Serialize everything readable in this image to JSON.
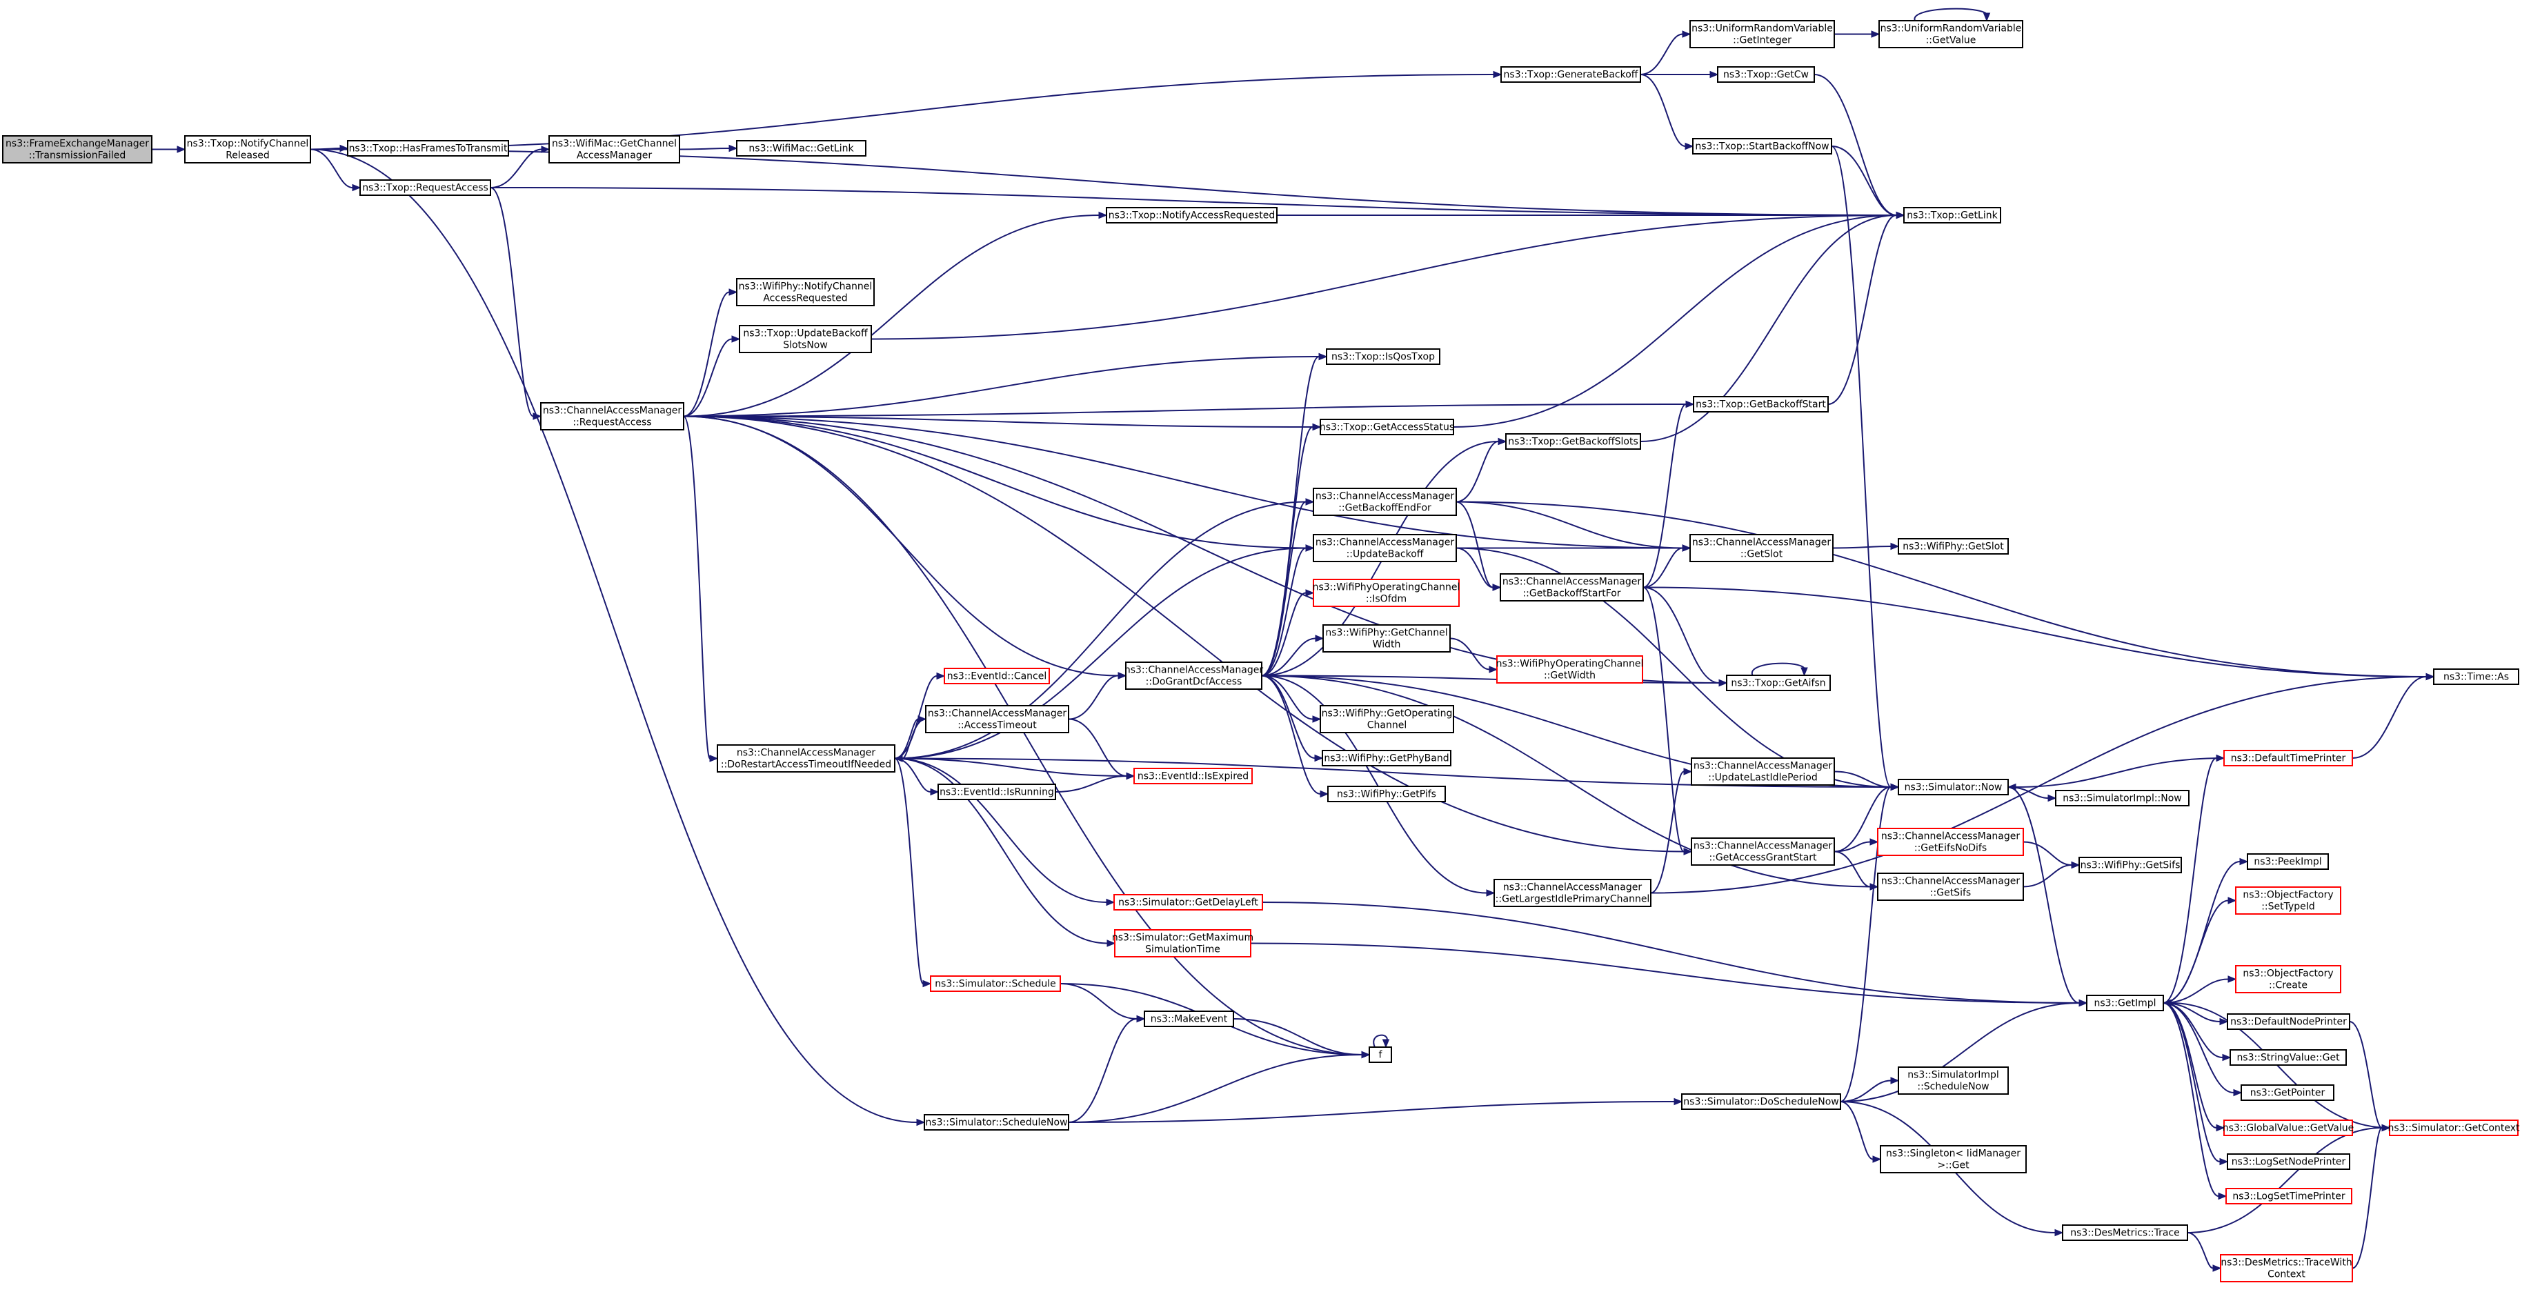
{
  "colors": {
    "edge": "#191970",
    "node_border": "#000000",
    "node_border_missing": "#ff0000",
    "root_fill": "#bfbfbf",
    "node_fill": "#ffffff"
  },
  "nodes": [
    {
      "id": "root",
      "lines": [
        "ns3::FrameExchangeManager",
        "::TransmissionFailed"
      ],
      "style": "root"
    },
    {
      "id": "notify_released",
      "lines": [
        "ns3::Txop::NotifyChannel",
        "Released"
      ],
      "style": "normal"
    },
    {
      "id": "has_frames",
      "lines": [
        "ns3::Txop::HasFramesToTransmit"
      ],
      "style": "normal"
    },
    {
      "id": "txop_request_access",
      "lines": [
        "ns3::Txop::RequestAccess"
      ],
      "style": "normal"
    },
    {
      "id": "wifimac_get_cam",
      "lines": [
        "ns3::WifiMac::GetChannel",
        "AccessManager"
      ],
      "style": "normal"
    },
    {
      "id": "wifimac_getlink",
      "lines": [
        "ns3::WifiMac::GetLink"
      ],
      "style": "normal"
    },
    {
      "id": "gen_backoff",
      "lines": [
        "ns3::Txop::GenerateBackoff"
      ],
      "style": "normal"
    },
    {
      "id": "urv_getinteger",
      "lines": [
        "ns3::UniformRandomVariable",
        "::GetInteger"
      ],
      "style": "normal"
    },
    {
      "id": "urv_getvalue",
      "lines": [
        "ns3::UniformRandomVariable",
        "::GetValue"
      ],
      "style": "normal"
    },
    {
      "id": "txop_getcw",
      "lines": [
        "ns3::Txop::GetCw"
      ],
      "style": "normal"
    },
    {
      "id": "start_backoff_now",
      "lines": [
        "ns3::Txop::StartBackoffNow"
      ],
      "style": "normal"
    },
    {
      "id": "txop_getlink",
      "lines": [
        "ns3::Txop::GetLink"
      ],
      "style": "normal"
    },
    {
      "id": "notify_access_req",
      "lines": [
        "ns3::Txop::NotifyAccessRequested"
      ],
      "style": "normal"
    },
    {
      "id": "phy_notify_car",
      "lines": [
        "ns3::WifiPhy::NotifyChannel",
        "AccessRequested"
      ],
      "style": "normal"
    },
    {
      "id": "update_backoff_slots",
      "lines": [
        "ns3::Txop::UpdateBackoff",
        "SlotsNow"
      ],
      "style": "normal"
    },
    {
      "id": "is_qos_txop",
      "lines": [
        "ns3::Txop::IsQosTxop"
      ],
      "style": "normal"
    },
    {
      "id": "cam_request_access",
      "lines": [
        "ns3::ChannelAccessManager",
        "::RequestAccess"
      ],
      "style": "normal"
    },
    {
      "id": "get_access_status",
      "lines": [
        "ns3::Txop::GetAccessStatus"
      ],
      "style": "normal"
    },
    {
      "id": "get_backoff_start",
      "lines": [
        "ns3::Txop::GetBackoffStart"
      ],
      "style": "normal"
    },
    {
      "id": "get_backoff_slots",
      "lines": [
        "ns3::Txop::GetBackoffSlots"
      ],
      "style": "normal"
    },
    {
      "id": "get_backoff_end_for",
      "lines": [
        "ns3::ChannelAccessManager",
        "::GetBackoffEndFor"
      ],
      "style": "normal"
    },
    {
      "id": "cam_getslot",
      "lines": [
        "ns3::ChannelAccessManager",
        "::GetSlot"
      ],
      "style": "normal"
    },
    {
      "id": "phy_getslot",
      "lines": [
        "ns3::WifiPhy::GetSlot"
      ],
      "style": "normal"
    },
    {
      "id": "cam_update_backoff",
      "lines": [
        "ns3::ChannelAccessManager",
        "::UpdateBackoff"
      ],
      "style": "normal"
    },
    {
      "id": "get_backoff_start_for",
      "lines": [
        "ns3::ChannelAccessManager",
        "::GetBackoffStartFor"
      ],
      "style": "normal"
    },
    {
      "id": "is_ofdm",
      "lines": [
        "ns3::WifiPhyOperatingChannel",
        "::IsOfdm"
      ],
      "style": "red"
    },
    {
      "id": "time_as",
      "lines": [
        "ns3::Time::As"
      ],
      "style": "normal"
    },
    {
      "id": "get_channel_width",
      "lines": [
        "ns3::WifiPhy::GetChannel",
        "Width"
      ],
      "style": "normal"
    },
    {
      "id": "opch_getwidth",
      "lines": [
        "ns3::WifiPhyOperatingChannel",
        "::GetWidth"
      ],
      "style": "red"
    },
    {
      "id": "do_grant_dcf",
      "lines": [
        "ns3::ChannelAccessManager",
        "::DoGrantDcfAccess"
      ],
      "style": "normal"
    },
    {
      "id": "txop_getaifsn",
      "lines": [
        "ns3::Txop::GetAifsn"
      ],
      "style": "normal"
    },
    {
      "id": "eventid_cancel",
      "lines": [
        "ns3::EventId::Cancel"
      ],
      "style": "red"
    },
    {
      "id": "cam_access_timeout",
      "lines": [
        "ns3::ChannelAccessManager",
        "::AccessTimeout"
      ],
      "style": "normal"
    },
    {
      "id": "get_operating_channel",
      "lines": [
        "ns3::WifiPhy::GetOperating",
        "Channel"
      ],
      "style": "normal"
    },
    {
      "id": "get_phy_band",
      "lines": [
        "ns3::WifiPhy::GetPhyBand"
      ],
      "style": "normal"
    },
    {
      "id": "do_restart_timeout",
      "lines": [
        "ns3::ChannelAccessManager",
        "::DoRestartAccessTimeoutIfNeeded"
      ],
      "style": "normal"
    },
    {
      "id": "eventid_isexpired",
      "lines": [
        "ns3::EventId::IsExpired"
      ],
      "style": "red"
    },
    {
      "id": "eventid_isrunning",
      "lines": [
        "ns3::EventId::IsRunning"
      ],
      "style": "normal"
    },
    {
      "id": "phy_getpifs",
      "lines": [
        "ns3::WifiPhy::GetPifs"
      ],
      "style": "normal"
    },
    {
      "id": "update_last_idle",
      "lines": [
        "ns3::ChannelAccessManager",
        "::UpdateLastIdlePeriod"
      ],
      "style": "normal"
    },
    {
      "id": "sim_now",
      "lines": [
        "ns3::Simulator::Now"
      ],
      "style": "normal"
    },
    {
      "id": "simimpl_now",
      "lines": [
        "ns3::SimulatorImpl::Now"
      ],
      "style": "normal"
    },
    {
      "id": "default_time_printer",
      "lines": [
        "ns3::DefaultTimePrinter"
      ],
      "style": "red"
    },
    {
      "id": "get_access_grant_start",
      "lines": [
        "ns3::ChannelAccessManager",
        "::GetAccessGrantStart"
      ],
      "style": "normal"
    },
    {
      "id": "get_eifs_no_difs",
      "lines": [
        "ns3::ChannelAccessManager",
        "::GetEifsNoDifs"
      ],
      "style": "red"
    },
    {
      "id": "phy_getsifs",
      "lines": [
        "ns3::WifiPhy::GetSifs"
      ],
      "style": "normal"
    },
    {
      "id": "cam_getsifs",
      "lines": [
        "ns3::ChannelAccessManager",
        "::GetSifs"
      ],
      "style": "normal"
    },
    {
      "id": "get_largest_idle",
      "lines": [
        "ns3::ChannelAccessManager",
        "::GetLargestIdlePrimaryChannel"
      ],
      "style": "normal"
    },
    {
      "id": "peek_impl",
      "lines": [
        "ns3::PeekImpl"
      ],
      "style": "normal"
    },
    {
      "id": "sim_get_delay_left",
      "lines": [
        "ns3::Simulator::GetDelayLeft"
      ],
      "style": "red"
    },
    {
      "id": "of_settypeid",
      "lines": [
        "ns3::ObjectFactory",
        "::SetTypeId"
      ],
      "style": "red"
    },
    {
      "id": "sim_get_max_time",
      "lines": [
        "ns3::Simulator::GetMaximum",
        "SimulationTime"
      ],
      "style": "red"
    },
    {
      "id": "of_create",
      "lines": [
        "ns3::ObjectFactory",
        "::Create"
      ],
      "style": "red"
    },
    {
      "id": "sim_schedule",
      "lines": [
        "ns3::Simulator::Schedule"
      ],
      "style": "red"
    },
    {
      "id": "get_impl",
      "lines": [
        "ns3::GetImpl"
      ],
      "style": "normal"
    },
    {
      "id": "make_event",
      "lines": [
        "ns3::MakeEvent"
      ],
      "style": "normal"
    },
    {
      "id": "default_node_printer",
      "lines": [
        "ns3::DefaultNodePrinter"
      ],
      "style": "normal"
    },
    {
      "id": "f",
      "lines": [
        "f"
      ],
      "style": "normal"
    },
    {
      "id": "string_value_get",
      "lines": [
        "ns3::StringValue::Get"
      ],
      "style": "normal"
    },
    {
      "id": "get_pointer",
      "lines": [
        "ns3::GetPointer"
      ],
      "style": "normal"
    },
    {
      "id": "sim_schedule_now",
      "lines": [
        "ns3::Simulator::ScheduleNow"
      ],
      "style": "normal"
    },
    {
      "id": "sim_do_schedule_now",
      "lines": [
        "ns3::Simulator::DoScheduleNow"
      ],
      "style": "normal"
    },
    {
      "id": "simimpl_schedule_now",
      "lines": [
        "ns3::SimulatorImpl",
        "::ScheduleNow"
      ],
      "style": "normal"
    },
    {
      "id": "global_value_get",
      "lines": [
        "ns3::GlobalValue::GetValue"
      ],
      "style": "red"
    },
    {
      "id": "sim_get_context",
      "lines": [
        "ns3::Simulator::GetContext"
      ],
      "style": "red"
    },
    {
      "id": "log_set_node_printer",
      "lines": [
        "ns3::LogSetNodePrinter"
      ],
      "style": "normal"
    },
    {
      "id": "singleton_get",
      "lines": [
        "ns3::Singleton< IidManager",
        ">::Get"
      ],
      "style": "normal"
    },
    {
      "id": "log_set_time_printer",
      "lines": [
        "ns3::LogSetTimePrinter"
      ],
      "style": "red"
    },
    {
      "id": "des_trace",
      "lines": [
        "ns3::DesMetrics::Trace"
      ],
      "style": "normal"
    },
    {
      "id": "des_trace_ctx",
      "lines": [
        "ns3::DesMetrics::TraceWith",
        "Context"
      ],
      "style": "red"
    }
  ],
  "edges": [
    [
      "root",
      "notify_released"
    ],
    [
      "notify_released",
      "gen_backoff"
    ],
    [
      "notify_released",
      "txop_getlink"
    ],
    [
      "notify_released",
      "has_frames"
    ],
    [
      "notify_released",
      "txop_request_access"
    ],
    [
      "notify_released",
      "sim_schedule_now"
    ],
    [
      "txop_request_access",
      "wifimac_get_cam"
    ],
    [
      "txop_request_access",
      "txop_getlink"
    ],
    [
      "txop_request_access",
      "cam_request_access"
    ],
    [
      "wifimac_get_cam",
      "wifimac_getlink"
    ],
    [
      "gen_backoff",
      "urv_getinteger"
    ],
    [
      "gen_backoff",
      "txop_getcw"
    ],
    [
      "gen_backoff",
      "start_backoff_now"
    ],
    [
      "urv_getinteger",
      "urv_getvalue"
    ],
    [
      "urv_getvalue",
      "urv_getvalue"
    ],
    [
      "txop_getcw",
      "txop_getlink"
    ],
    [
      "start_backoff_now",
      "txop_getlink"
    ],
    [
      "start_backoff_now",
      "sim_now"
    ],
    [
      "notify_access_req",
      "txop_getlink"
    ],
    [
      "update_backoff_slots",
      "txop_getlink"
    ],
    [
      "get_backoff_start",
      "txop_getlink"
    ],
    [
      "get_backoff_slots",
      "txop_getlink"
    ],
    [
      "get_access_status",
      "txop_getlink"
    ],
    [
      "cam_request_access",
      "notify_access_req"
    ],
    [
      "cam_request_access",
      "phy_notify_car"
    ],
    [
      "cam_request_access",
      "update_backoff_slots"
    ],
    [
      "cam_request_access",
      "is_qos_txop"
    ],
    [
      "cam_request_access",
      "get_backoff_start"
    ],
    [
      "cam_request_access",
      "cam_getslot"
    ],
    [
      "cam_request_access",
      "get_access_status"
    ],
    [
      "cam_request_access",
      "cam_update_backoff"
    ],
    [
      "cam_request_access",
      "do_grant_dcf"
    ],
    [
      "cam_request_access",
      "do_restart_timeout"
    ],
    [
      "cam_request_access",
      "txop_getaifsn"
    ],
    [
      "cam_request_access",
      "get_access_grant_start"
    ],
    [
      "cam_request_access",
      "f"
    ],
    [
      "do_grant_dcf",
      "is_qos_txop"
    ],
    [
      "do_grant_dcf",
      "get_access_status"
    ],
    [
      "do_grant_dcf",
      "get_backoff_slots"
    ],
    [
      "do_grant_dcf",
      "get_backoff_end_for"
    ],
    [
      "do_grant_dcf",
      "cam_update_backoff"
    ],
    [
      "do_grant_dcf",
      "is_ofdm"
    ],
    [
      "do_grant_dcf",
      "get_channel_width"
    ],
    [
      "do_grant_dcf",
      "txop_getaifsn"
    ],
    [
      "do_grant_dcf",
      "get_operating_channel"
    ],
    [
      "do_grant_dcf",
      "get_phy_band"
    ],
    [
      "do_grant_dcf",
      "phy_getpifs"
    ],
    [
      "do_grant_dcf",
      "sim_now"
    ],
    [
      "do_grant_dcf",
      "get_largest_idle"
    ],
    [
      "do_grant_dcf",
      "cam_getsifs"
    ],
    [
      "get_channel_width",
      "opch_getwidth"
    ],
    [
      "get_backoff_end_for",
      "get_backoff_slots"
    ],
    [
      "get_backoff_end_for",
      "cam_getslot"
    ],
    [
      "get_backoff_end_for",
      "get_backoff_start_for"
    ],
    [
      "get_backoff_end_for",
      "time_as"
    ],
    [
      "cam_update_backoff",
      "get_backoff_start_for"
    ],
    [
      "cam_update_backoff",
      "cam_getslot"
    ],
    [
      "cam_update_backoff",
      "sim_now"
    ],
    [
      "get_backoff_start_for",
      "get_backoff_start"
    ],
    [
      "get_backoff_start_for",
      "cam_getslot"
    ],
    [
      "get_backoff_start_for",
      "txop_getaifsn"
    ],
    [
      "get_backoff_start_for",
      "time_as"
    ],
    [
      "get_backoff_start_for",
      "get_access_grant_start"
    ],
    [
      "cam_getslot",
      "phy_getslot"
    ],
    [
      "txop_getaifsn",
      "txop_getaifsn"
    ],
    [
      "do_restart_timeout",
      "get_backoff_end_for"
    ],
    [
      "do_restart_timeout",
      "cam_update_backoff"
    ],
    [
      "do_restart_timeout",
      "eventid_cancel"
    ],
    [
      "do_restart_timeout",
      "cam_access_timeout"
    ],
    [
      "do_restart_timeout",
      "eventid_isrunning"
    ],
    [
      "do_restart_timeout",
      "eventid_isexpired"
    ],
    [
      "do_restart_timeout",
      "sim_get_delay_left"
    ],
    [
      "do_restart_timeout",
      "sim_get_max_time"
    ],
    [
      "do_restart_timeout",
      "sim_schedule"
    ],
    [
      "do_restart_timeout",
      "sim_now"
    ],
    [
      "cam_access_timeout",
      "do_grant_dcf"
    ],
    [
      "cam_access_timeout",
      "do_restart_timeout"
    ],
    [
      "cam_access_timeout",
      "eventid_isexpired"
    ],
    [
      "eventid_isrunning",
      "eventid_isexpired"
    ],
    [
      "get_access_grant_start",
      "sim_now"
    ],
    [
      "get_access_grant_start",
      "get_eifs_no_difs"
    ],
    [
      "get_access_grant_start",
      "cam_getsifs"
    ],
    [
      "update_last_idle",
      "sim_now"
    ],
    [
      "get_largest_idle",
      "update_last_idle"
    ],
    [
      "get_largest_idle",
      "time_as"
    ],
    [
      "get_eifs_no_difs",
      "phy_getsifs"
    ],
    [
      "cam_getsifs",
      "phy_getsifs"
    ],
    [
      "sim_now",
      "simimpl_now"
    ],
    [
      "sim_now",
      "get_impl"
    ],
    [
      "default_time_printer",
      "sim_now"
    ],
    [
      "default_time_printer",
      "time_as"
    ],
    [
      "sim_get_delay_left",
      "get_impl"
    ],
    [
      "sim_get_max_time",
      "get_impl"
    ],
    [
      "sim_schedule",
      "make_event"
    ],
    [
      "sim_schedule",
      "f"
    ],
    [
      "make_event",
      "f"
    ],
    [
      "f",
      "f"
    ],
    [
      "sim_schedule_now",
      "make_event"
    ],
    [
      "sim_schedule_now",
      "f"
    ],
    [
      "sim_schedule_now",
      "sim_do_schedule_now"
    ],
    [
      "sim_do_schedule_now",
      "sim_now"
    ],
    [
      "sim_do_schedule_now",
      "get_impl"
    ],
    [
      "sim_do_schedule_now",
      "simimpl_schedule_now"
    ],
    [
      "sim_do_schedule_now",
      "singleton_get"
    ],
    [
      "sim_do_schedule_now",
      "des_trace"
    ],
    [
      "get_impl",
      "default_time_printer"
    ],
    [
      "get_impl",
      "peek_impl"
    ],
    [
      "get_impl",
      "of_settypeid"
    ],
    [
      "get_impl",
      "of_create"
    ],
    [
      "get_impl",
      "default_node_printer"
    ],
    [
      "get_impl",
      "string_value_get"
    ],
    [
      "get_impl",
      "get_pointer"
    ],
    [
      "get_impl",
      "global_value_get"
    ],
    [
      "get_impl",
      "log_set_node_printer"
    ],
    [
      "get_impl",
      "log_set_time_printer"
    ],
    [
      "default_node_printer",
      "sim_get_context"
    ],
    [
      "sim_get_context",
      "get_impl"
    ],
    [
      "des_trace",
      "des_trace_ctx"
    ],
    [
      "des_trace",
      "sim_get_context"
    ],
    [
      "des_trace_ctx",
      "sim_get_context"
    ]
  ]
}
